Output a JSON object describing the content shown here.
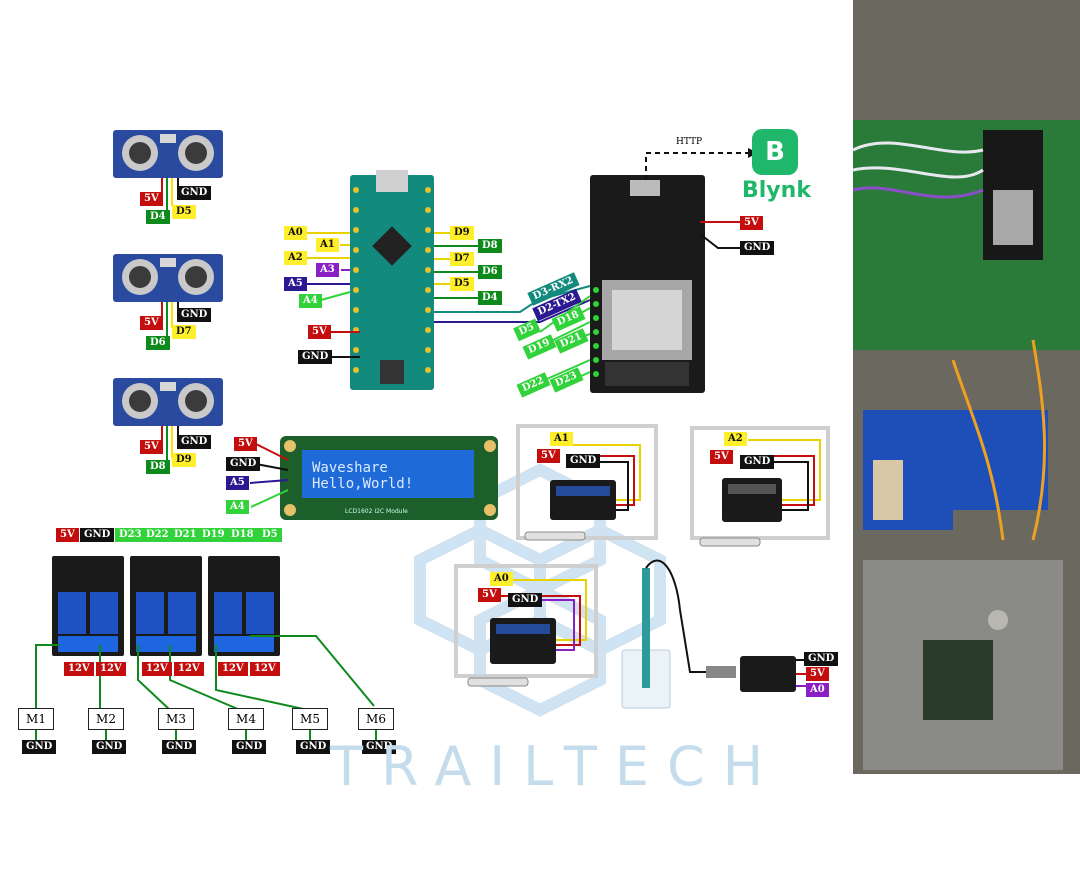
{
  "colors": {
    "red": "#c40e0e",
    "black": "#111111",
    "green": "#0e8a1c",
    "lightgreen": "#31d23a",
    "yellow": "#ffef2a",
    "purple": "#8a1fc4",
    "navy": "#2a1990",
    "blynk": "#1fb86a",
    "watermark": "#c4dcec"
  },
  "sensors": {
    "us1": {
      "v5": "5V",
      "gnd": "GND",
      "trig": "D4",
      "echo": "D5"
    },
    "us2": {
      "v5": "5V",
      "gnd": "GND",
      "trig": "D6",
      "echo": "D7"
    },
    "us3": {
      "v5": "5V",
      "gnd": "GND",
      "trig": "D8",
      "echo": "D9"
    }
  },
  "nano": {
    "left_pins": [
      "A0",
      "A1",
      "A2",
      "A3",
      "A5",
      "A4"
    ],
    "power": {
      "v5": "5V",
      "gnd": "GND"
    },
    "right_pins": [
      "D9",
      "D8",
      "D7",
      "D6",
      "D5",
      "D4"
    ]
  },
  "esp32": {
    "uart": [
      "D3-RX2",
      "D2-TX2"
    ],
    "pins": [
      "D5",
      "D18",
      "D19",
      "D21",
      "D22",
      "D23"
    ],
    "power": {
      "v5": "5V",
      "gnd": "GND"
    }
  },
  "cloud": {
    "protocol": "HTTP",
    "icon_letter": "B",
    "name": "Blynk"
  },
  "lcd": {
    "line1": "Waveshare",
    "line2": "Hello,World!",
    "pins": [
      "5V",
      "GND",
      "A5",
      "A4"
    ],
    "module": "LCD1602 I2C Module"
  },
  "relay_labels": {
    "top": [
      "5V",
      "GND",
      "D23",
      "D22",
      "D21",
      "D19",
      "D18",
      "D5"
    ],
    "bottom": [
      "12V",
      "12V",
      "12V",
      "12V",
      "12V",
      "12V"
    ]
  },
  "motors": [
    {
      "name": "M1",
      "gnd": "GND"
    },
    {
      "name": "M2",
      "gnd": "GND"
    },
    {
      "name": "M3",
      "gnd": "GND"
    },
    {
      "name": "M4",
      "gnd": "GND"
    },
    {
      "name": "M5",
      "gnd": "GND"
    },
    {
      "name": "M6",
      "gnd": "GND"
    }
  ],
  "analog_sensors": [
    {
      "pin": "A1",
      "v5": "5V",
      "gnd": "GND"
    },
    {
      "pin": "A2",
      "v5": "5V",
      "gnd": "GND"
    },
    {
      "pin": "A0",
      "v5": "5V",
      "gnd": "GND"
    }
  ],
  "ph_sensor": {
    "gnd": "GND",
    "v5": "5V",
    "pin": "A0"
  },
  "watermark": "TRAILTECH"
}
